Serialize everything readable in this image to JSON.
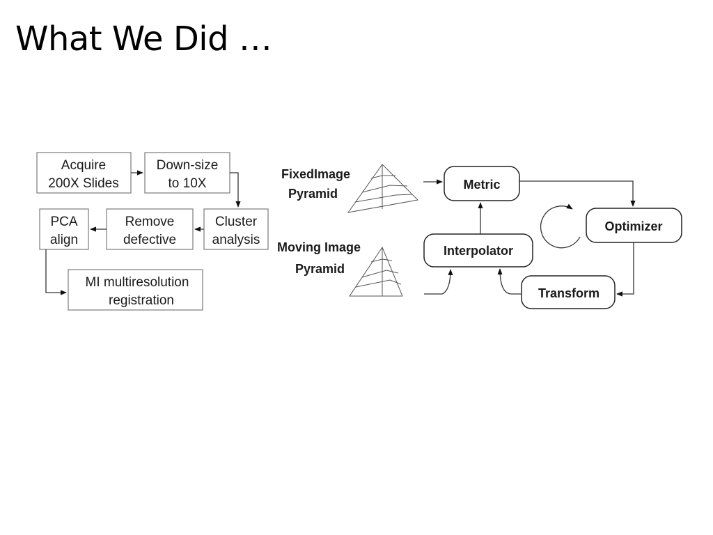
{
  "slide": {
    "title": "What We Did …"
  },
  "workflow": {
    "acquire": [
      "Acquire",
      "200X Slides"
    ],
    "downsize": [
      "Down-size",
      "to 10X"
    ],
    "cluster": [
      "Cluster",
      "analysis"
    ],
    "remove": [
      "Remove",
      "defective"
    ],
    "pca": [
      "PCA",
      "align"
    ],
    "mi": [
      "MI multiresolution",
      "registration"
    ]
  },
  "registration": {
    "fixed_label": [
      "FixedImage",
      "Pyramid"
    ],
    "moving_label": [
      "Moving Image",
      "Pyramid"
    ],
    "metric": "Metric",
    "optimizer": "Optimizer",
    "interpolator": "Interpolator",
    "transform": "Transform"
  }
}
